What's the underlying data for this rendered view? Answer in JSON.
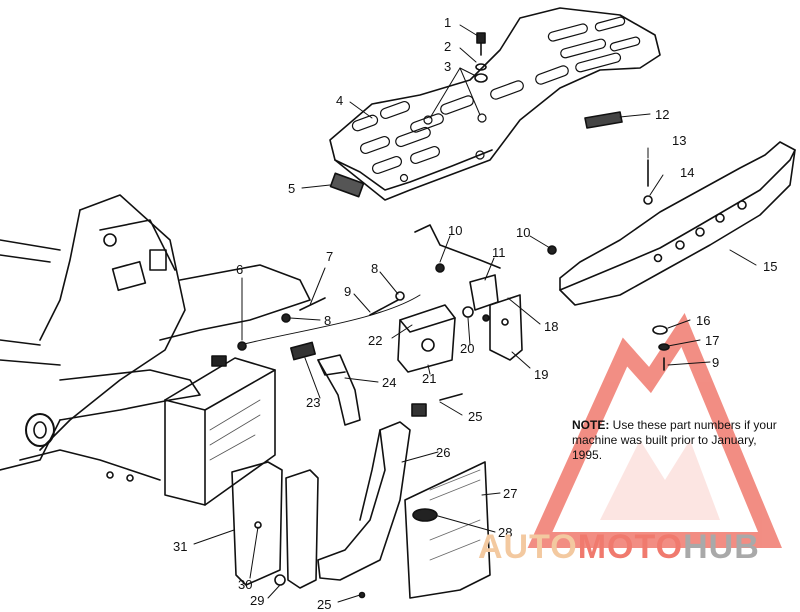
{
  "callouts": [
    {
      "id": "c1",
      "text": "1"
    },
    {
      "id": "c2",
      "text": "2"
    },
    {
      "id": "c3",
      "text": "3"
    },
    {
      "id": "c4",
      "text": "4"
    },
    {
      "id": "c5",
      "text": "5"
    },
    {
      "id": "c6",
      "text": "6"
    },
    {
      "id": "c7",
      "text": "7"
    },
    {
      "id": "c8a",
      "text": "8"
    },
    {
      "id": "c8b",
      "text": "8"
    },
    {
      "id": "c9a",
      "text": "9"
    },
    {
      "id": "c9b",
      "text": "9"
    },
    {
      "id": "c10a",
      "text": "10"
    },
    {
      "id": "c10b",
      "text": "10"
    },
    {
      "id": "c11",
      "text": "11"
    },
    {
      "id": "c12",
      "text": "12"
    },
    {
      "id": "c13",
      "text": "13"
    },
    {
      "id": "c14",
      "text": "14"
    },
    {
      "id": "c15",
      "text": "15"
    },
    {
      "id": "c16",
      "text": "16"
    },
    {
      "id": "c17",
      "text": "17"
    },
    {
      "id": "c18",
      "text": "18"
    },
    {
      "id": "c19",
      "text": "19"
    },
    {
      "id": "c20",
      "text": "20"
    },
    {
      "id": "c21",
      "text": "21"
    },
    {
      "id": "c22",
      "text": "22"
    },
    {
      "id": "c23",
      "text": "23"
    },
    {
      "id": "c24",
      "text": "24"
    },
    {
      "id": "c25a",
      "text": "25"
    },
    {
      "id": "c25b",
      "text": "25"
    },
    {
      "id": "c26",
      "text": "26"
    },
    {
      "id": "c27",
      "text": "27"
    },
    {
      "id": "c28",
      "text": "28"
    },
    {
      "id": "c29",
      "text": "29"
    },
    {
      "id": "c30",
      "text": "30"
    },
    {
      "id": "c31",
      "text": "31"
    }
  ],
  "note": {
    "label": "NOTE:",
    "text": " Use these part numbers if your machine was built prior to January, 1995."
  },
  "watermark": {
    "part_a": "AUTO",
    "part_b": "MOTO",
    "part_c": "HUB",
    "color_a": "#f3c9a0",
    "color_b": "#f07a6e",
    "color_c": "#a9a9a9"
  },
  "colors": {
    "line": "#111111",
    "paper": "#ffffff",
    "triangle": "#f07a6e"
  }
}
